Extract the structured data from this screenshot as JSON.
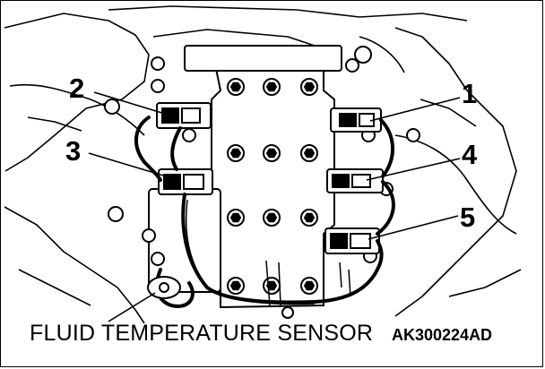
{
  "diagram": {
    "callouts": [
      "1",
      "2",
      "3",
      "4",
      "5"
    ],
    "caption": "FLUID TEMPERATURE SENSOR",
    "figure_code": "AK300224AD"
  },
  "colors": {
    "ink": "#000000",
    "background": "#ffffff"
  }
}
